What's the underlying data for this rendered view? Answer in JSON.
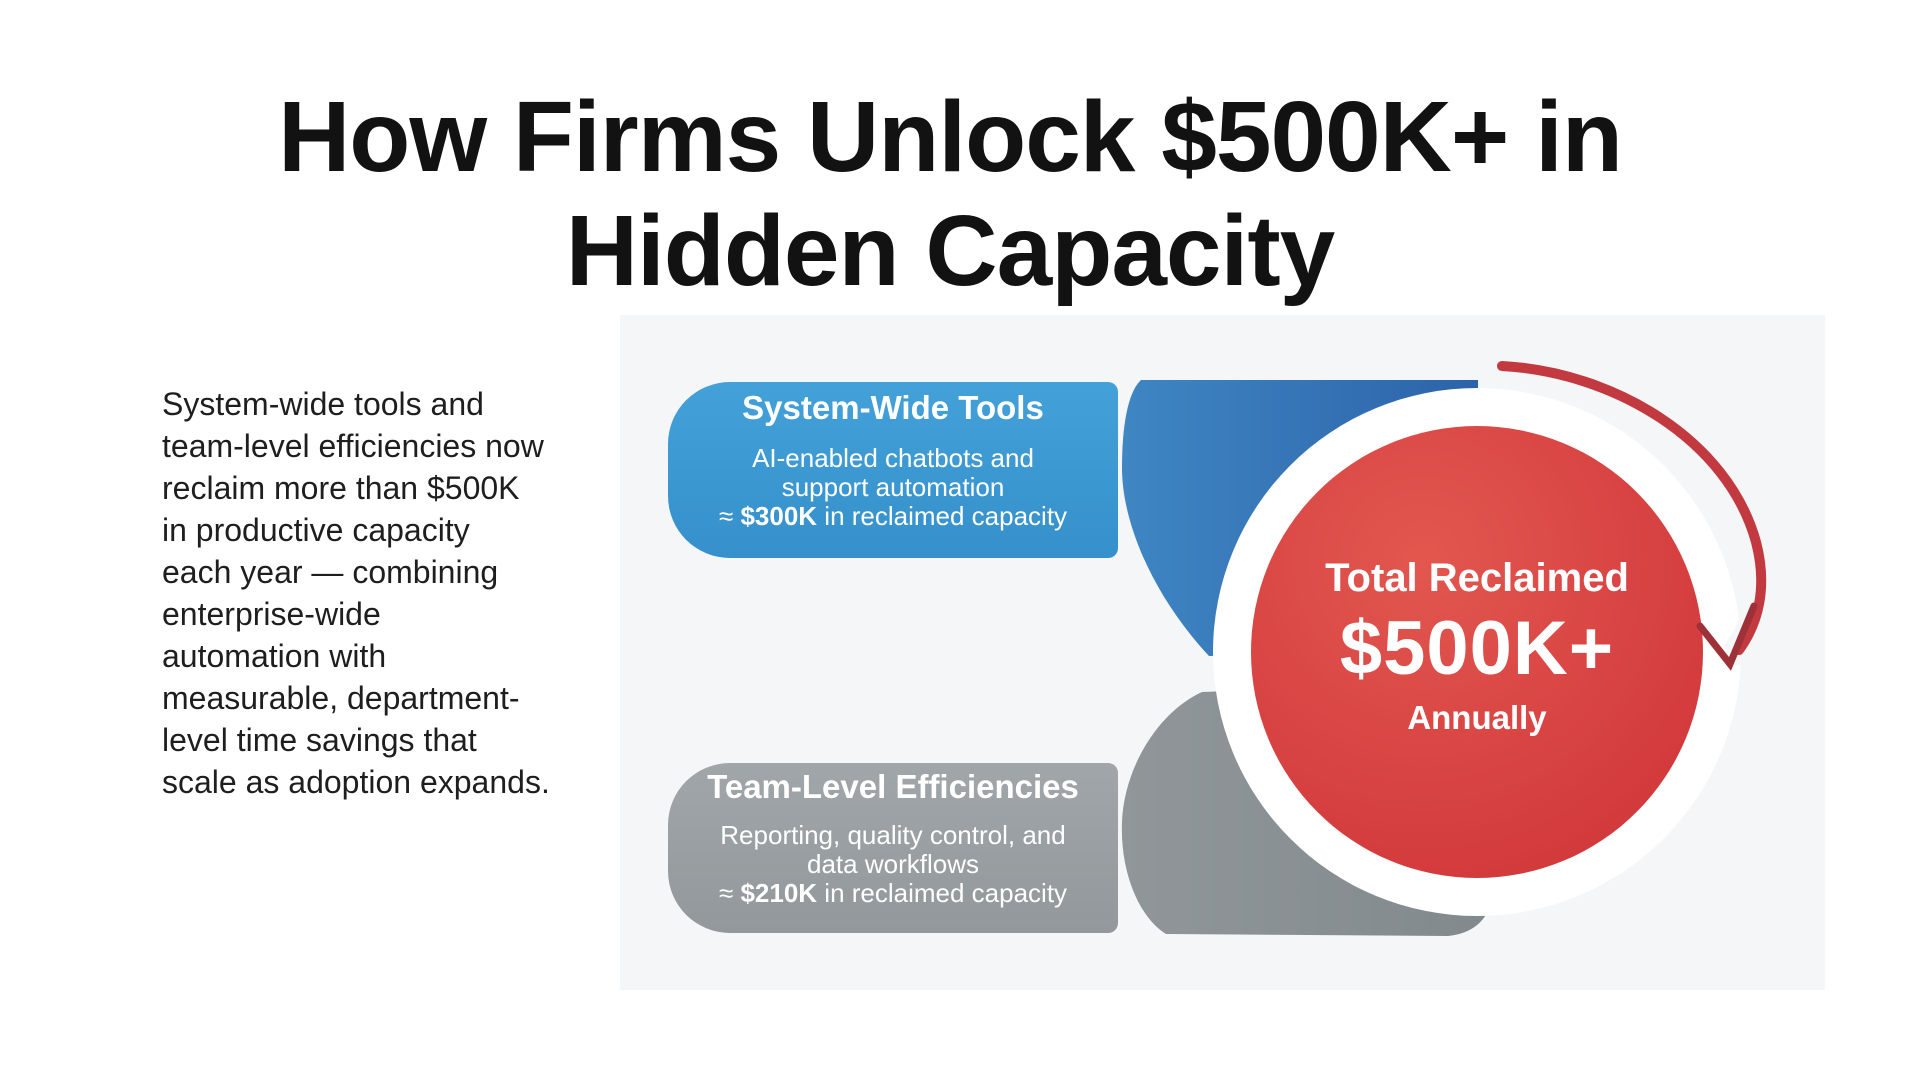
{
  "title": {
    "text": "How Firms Unlock $500K+ in\nHidden Capacity"
  },
  "intro": {
    "text": "System-wide tools and\nteam-level efficiencies now\nreclaim more than $500K\nin productive capacity\neach year — combining\nenterprise-wide\nautomation with\nmeasurable, department-\nlevel time savings that\nscale as adoption expands."
  },
  "diagram": {
    "sources": [
      {
        "title": "System-Wide Tools",
        "description": "AI-enabled chatbots and\nsupport automation",
        "value_prefix": "≈ ",
        "value": "$300K",
        "value_suffix": " in reclaimed capacity",
        "color": "#3d99d1"
      },
      {
        "title": "Team-Level Efficiencies",
        "description": "Reporting, quality control, and\ndata workflows",
        "value_prefix": "≈ ",
        "value": "$210K",
        "value_suffix": " in reclaimed capacity",
        "color": "#9aa0a3"
      }
    ],
    "total": {
      "label_top": "Total Reclaimed",
      "value": "$500K+",
      "label_bottom": "Annually",
      "color": "#d4383c"
    },
    "colors": {
      "blue_funnel": "#2f6bae",
      "gray_funnel": "#8a9094",
      "ring": "#ffffff",
      "panel": "#f5f6f7",
      "arrow": "#c23a3f"
    }
  }
}
